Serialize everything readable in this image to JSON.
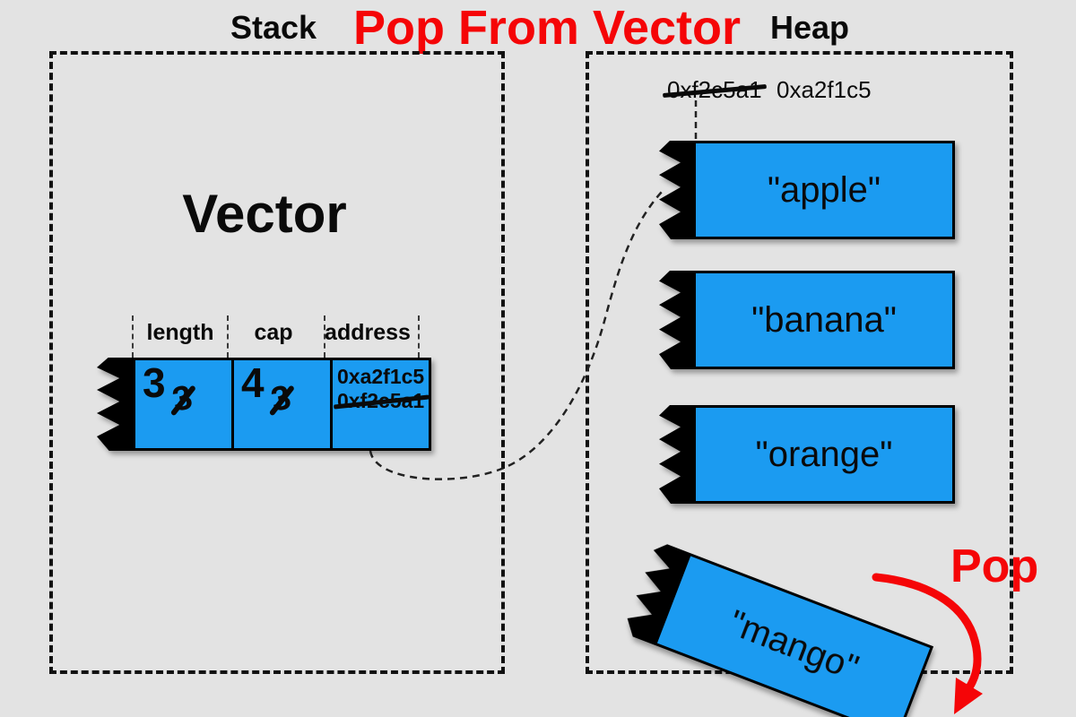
{
  "title": "Pop From Vector",
  "colors": {
    "accent_red": "#f50507",
    "box_blue": "#1b9bf1",
    "background": "#e3e3e3",
    "ink": "#0a0a0a"
  },
  "stack": {
    "region_label": "Stack",
    "vector_label": "Vector",
    "fields": [
      {
        "label": "length",
        "current": "3",
        "old": "3"
      },
      {
        "label": "cap",
        "current": "4",
        "old": "3"
      },
      {
        "label": "address",
        "current": "0xa2f1c5",
        "old": "0xf2c5a1"
      }
    ]
  },
  "heap": {
    "region_label": "Heap",
    "address_old": "0xf2c5a1",
    "address_new": "0xa2f1c5",
    "items": [
      {
        "value": "\"apple\""
      },
      {
        "value": "\"banana\""
      },
      {
        "value": "\"orange\""
      }
    ],
    "popped_item": {
      "value": "\"mango\""
    },
    "pop_label": "Pop"
  }
}
